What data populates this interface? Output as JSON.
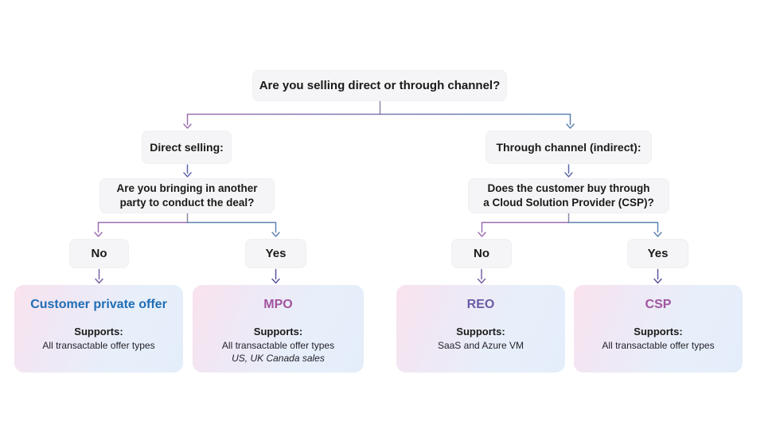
{
  "labels": {
    "supports": "Supports:"
  },
  "colors": {
    "line_purple": "#9b6fb0",
    "line_blue": "#5c83b0",
    "line_slate": "#8d87a2",
    "line_indigo": "#5b55a0",
    "node_background": "#f5f5f7",
    "card_gradient_pink": "#f9e2ee",
    "card_gradient_blue": "#e4eefa",
    "title_blue": "#1f6db5",
    "title_magenta": "#a1549f",
    "title_violet": "#6b5aa5"
  },
  "root": {
    "question": "Are you selling direct or through channel?"
  },
  "left_branch": {
    "label": "Direct selling:",
    "question_line1": "Are you bringing in another",
    "question_line2": "party to conduct the deal?",
    "no_label": "No",
    "yes_label": "Yes",
    "no_result": {
      "title": "Customer private offer",
      "supports": "All transactable offer types"
    },
    "yes_result": {
      "title": "MPO",
      "supports": "All transactable offer types",
      "note": "US, UK Canada sales"
    }
  },
  "right_branch": {
    "label": "Through channel (indirect):",
    "question_line1": "Does the customer buy through",
    "question_line2": "a Cloud Solution Provider (CSP)?",
    "no_label": "No",
    "yes_label": "Yes",
    "no_result": {
      "title": "REO",
      "supports": "SaaS and Azure VM"
    },
    "yes_result": {
      "title": "CSP",
      "supports": "All transactable offer types"
    }
  }
}
